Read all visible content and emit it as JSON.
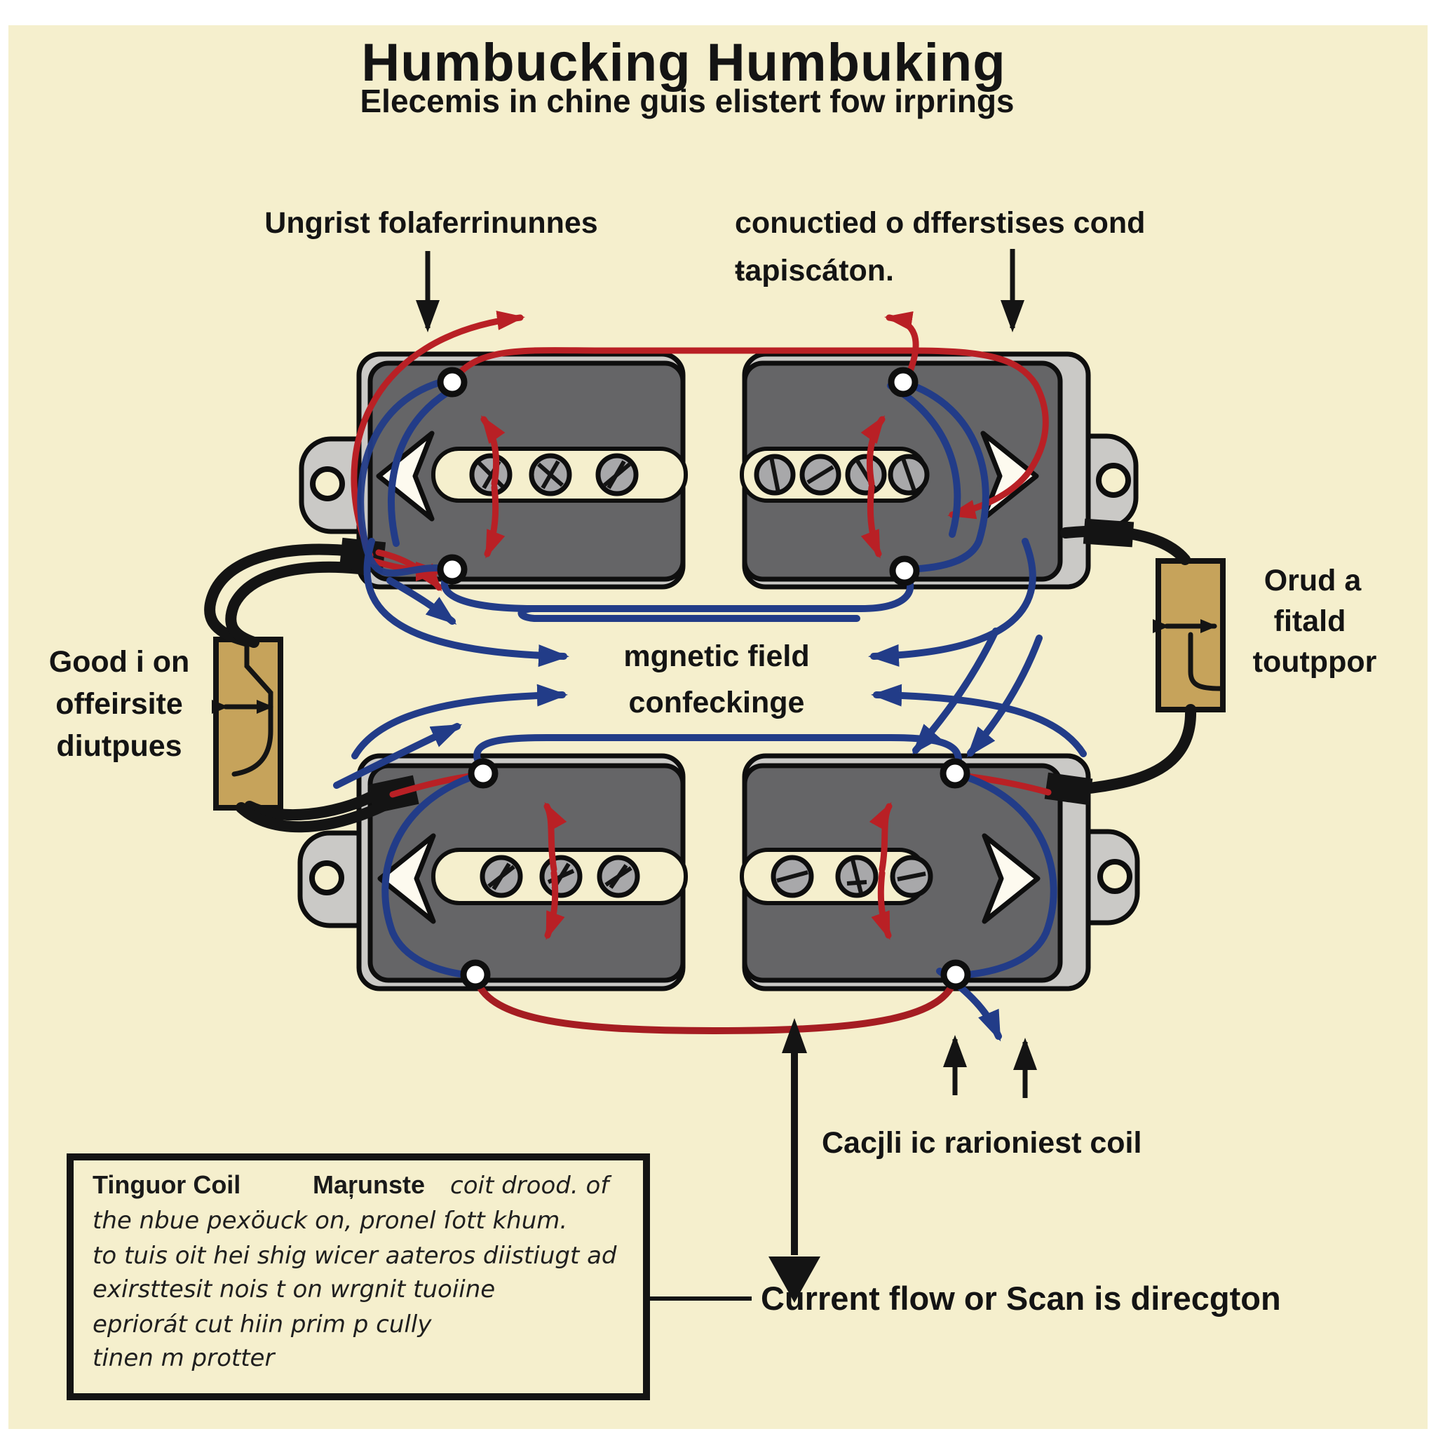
{
  "title": "Humbucking Humbuking",
  "subtitle": "Elecemis in chine guis elistert fow irprings",
  "labels": {
    "top_left": "Ungrist folaferrinunnes",
    "top_right_line1": "conuctied o dfferstises cond",
    "top_right_line2": "ŧapiscáton.",
    "left_line1": "Good i on",
    "left_line2": "offeirsite",
    "left_line3": "diutpues",
    "right_line1": "Orud a",
    "right_line2": "fitald",
    "right_line3": "toutppor",
    "center_line1": "mgnetic field",
    "center_line2": "confeckinge",
    "coil_label": "Cacjli ic rarioniest coil",
    "current_label": "Current flow or Scan is direcgton"
  },
  "note_box": {
    "title_bold1": "Tinguor Coil",
    "title_bold2": "Maŗunste",
    "title_italic": "coit drood. of",
    "line2": "the nbue pexöuck on, pronel ſott khum.",
    "line3": "to tuis oit hei shig wicer aateros diistiugt ad",
    "line4": "exirsttesit nois t on wrgnit tuoiine",
    "line5": "epriorát cut hiin prim p cully",
    "line6": "tinen m protter"
  },
  "colors": {
    "background": "#f5efcd",
    "wire_red": "#b92025",
    "wire_navy": "#223c88",
    "plate_gray": "#cac9c6",
    "bobbin_gray": "#656567",
    "component_tan": "#c6a35b",
    "ink_black": "#141414"
  }
}
